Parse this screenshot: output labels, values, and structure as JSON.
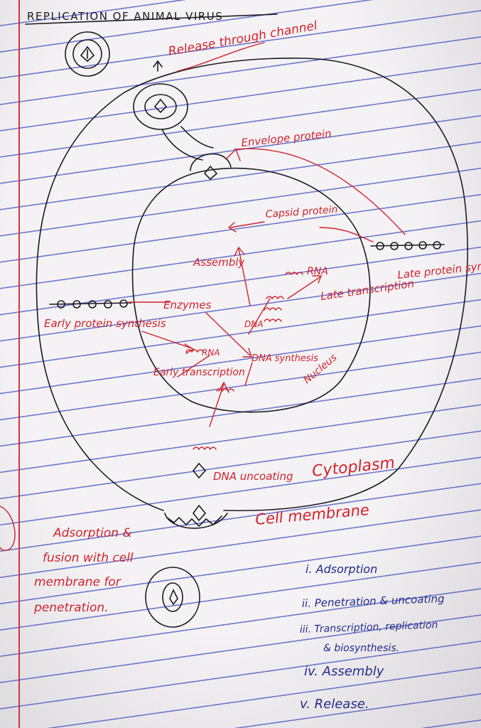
{
  "title": "REPLICATION OF ANIMAL VIRUS",
  "labels": {
    "release": "Release through channel",
    "envelope": "Envelope protein",
    "capsid": "Capsid protein",
    "assembly": "Assembly",
    "rna_late": "RNA",
    "late_transcription": "Late transcription",
    "late_protein": "Late protein synthesis",
    "enzymes": "Enzymes",
    "dna_rep": "DNA",
    "early_protein": "Early protein synthesis",
    "rna_early": "RNA",
    "early_transcription": "Early transcription",
    "dna_synthesis": "DNA synthesis",
    "nucleus": "Nucleus",
    "dna_uncoating": "DNA uncoating",
    "cytoplasm": "Cytoplasm",
    "cell_membrane": "Cell membrane"
  },
  "note": {
    "line1": "Adsorption &",
    "line2": "fusion with cell",
    "line3": "membrane for",
    "line4": "penetration."
  },
  "steps": [
    "i. Adsorption",
    "ii. Penetration & uncoating",
    "iii. Transcription, replication",
    "& biosynthesis.",
    "iv. Assembly",
    "v. Release."
  ],
  "colors": {
    "red_ink": "#d2232d",
    "black_ink": "#1b1b22",
    "blue_ink": "#1f2a8c",
    "ruled_line": "#6f78cf",
    "margin_line": "#d8343b"
  }
}
